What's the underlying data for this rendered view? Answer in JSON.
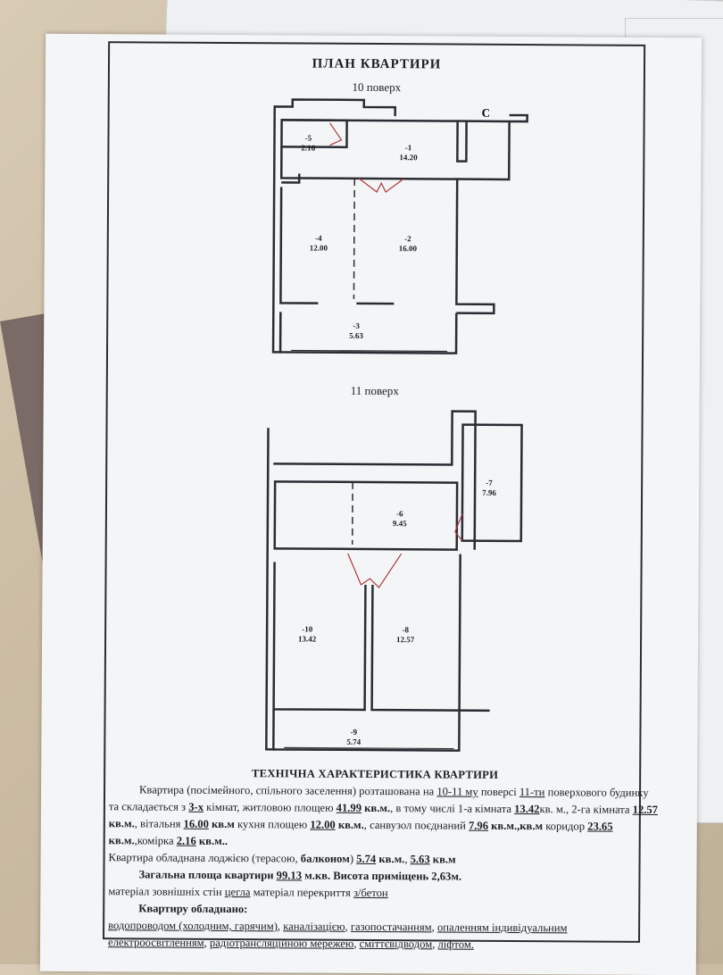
{
  "plan": {
    "title": "ПЛАН КВАРТИРИ",
    "floor_10": "10 поверх",
    "floor_11": "11 поверх",
    "rooms_10": [
      {
        "id": "-5",
        "area": "2.16"
      },
      {
        "id": "-1",
        "area": "14.20"
      },
      {
        "id": "-4",
        "area": "12.00"
      },
      {
        "id": "-2",
        "area": "16.00"
      },
      {
        "id": "-3",
        "area": "5.63"
      }
    ],
    "rooms_11": [
      {
        "id": "-7",
        "area": "7.96"
      },
      {
        "id": "-6",
        "area": "9.45"
      },
      {
        "id": "-10",
        "area": "13.42"
      },
      {
        "id": "-8",
        "area": "12.57"
      },
      {
        "id": "-9",
        "area": "5.74"
      }
    ],
    "stair_symbol": "С"
  },
  "tech": {
    "heading": "ТЕХНІЧНА ХАРАКТЕРИСТИКА КВАРТИРИ",
    "lines": [
      {
        "cls": "ind",
        "parts": [
          {
            "t": "Квартира (посімейного, спільного заселення) розташована на  "
          },
          {
            "t": "10-11 му",
            "s": "u"
          },
          {
            "t": "  поверсі "
          },
          {
            "t": "11-ти",
            "s": "u"
          },
          {
            "t": " поверхового будинку"
          }
        ]
      },
      {
        "cls": "",
        "parts": [
          {
            "t": "та складається з "
          },
          {
            "t": "3-х",
            "s": "b u"
          },
          {
            "t": " кімнат, житловою площею "
          },
          {
            "t": "41.99",
            "s": "b u"
          },
          {
            "t": " кв.м.",
            "s": "b"
          },
          {
            "t": ", в тому числі 1-а кімната "
          },
          {
            "t": "13.42",
            "s": "b u"
          },
          {
            "t": "кв. м., 2-га кімната "
          },
          {
            "t": "12.57",
            "s": "b u"
          }
        ]
      },
      {
        "cls": "",
        "parts": [
          {
            "t": "кв.м.",
            "s": "b"
          },
          {
            "t": ", вітальня "
          },
          {
            "t": "16.00",
            "s": "b u"
          },
          {
            "t": " кв.м",
            "s": "b"
          },
          {
            "t": " кухня площею "
          },
          {
            "t": "12.00",
            "s": "b u"
          },
          {
            "t": " кв.м.",
            "s": "b"
          },
          {
            "t": ",  санвузол поєднаний  "
          },
          {
            "t": "7.96",
            "s": "b u"
          },
          {
            "t": " кв.м.,кв.м",
            "s": "b"
          },
          {
            "t": " коридор "
          },
          {
            "t": "23.65",
            "s": "b u"
          }
        ]
      },
      {
        "cls": "",
        "parts": [
          {
            "t": "кв.м.",
            "s": "b"
          },
          {
            "t": ",комірка "
          },
          {
            "t": "2.16",
            "s": "b u"
          },
          {
            "t": " кв.м..",
            "s": "b"
          }
        ]
      },
      {
        "cls": "",
        "parts": [
          {
            "t": "Квартира обладнана лоджією (терасою, "
          },
          {
            "t": "балконом",
            "s": "b"
          },
          {
            "t": ") "
          },
          {
            "t": "5.74",
            "s": "b u"
          },
          {
            "t": " кв.м.",
            "s": "b"
          },
          {
            "t": ", "
          },
          {
            "t": "5.63",
            "s": "b u"
          },
          {
            "t": "  кв.м",
            "s": "b"
          }
        ]
      },
      {
        "cls": "ind",
        "parts": [
          {
            "t": "Загальна площа квартири  ",
            "s": "b"
          },
          {
            "t": "99.13",
            "s": "b u"
          },
          {
            "t": " м.кв. Висота приміщень 2,63м.",
            "s": "b"
          }
        ]
      },
      {
        "cls": "",
        "parts": [
          {
            "t": "матеріал зовнішніх стін "
          },
          {
            "t": "цегла",
            "s": "u"
          },
          {
            "t": "  матеріал перекриття  "
          },
          {
            "t": "з/бетон",
            "s": "u"
          }
        ]
      },
      {
        "cls": "ind",
        "parts": [
          {
            "t": "Квартиру обладнано:",
            "s": "b"
          }
        ]
      },
      {
        "cls": "",
        "parts": [
          {
            "t": "водопроводом (холодним, гарячим)",
            "s": "u"
          },
          {
            "t": ", "
          },
          {
            "t": "каналізацією",
            "s": "u"
          },
          {
            "t": ", "
          },
          {
            "t": "газопостачанням",
            "s": "u"
          },
          {
            "t": ", "
          },
          {
            "t": "опаленням індивідуальним",
            "s": "u"
          }
        ]
      },
      {
        "cls": "",
        "parts": [
          {
            "t": "електроосвітленням",
            "s": "u"
          },
          {
            "t": ", "
          },
          {
            "t": "радіотрансляційною мережею",
            "s": "u"
          },
          {
            "t": ", "
          },
          {
            "t": "сміттєвідводом",
            "s": "u"
          },
          {
            "t": ", "
          },
          {
            "t": "ліфтом.",
            "s": "u"
          }
        ]
      }
    ]
  },
  "colors": {
    "paper": "#f4f5f7",
    "ink": "#1b1d24",
    "door": "#b0393b"
  }
}
